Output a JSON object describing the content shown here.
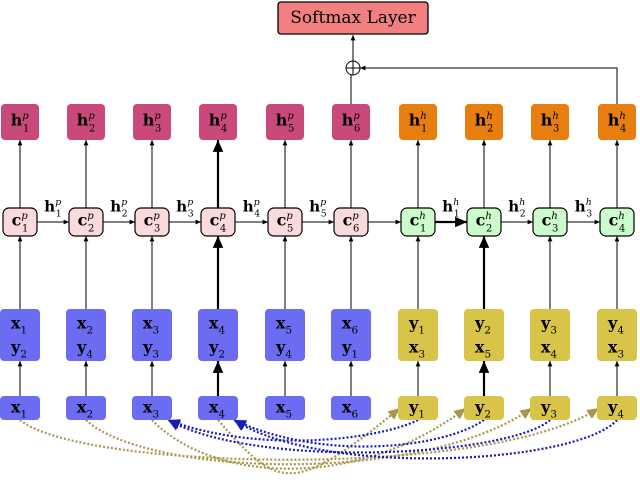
{
  "softmax_label": "Softmax Layer",
  "premise": {
    "outputs": [
      {
        "base": "h",
        "sub": "1",
        "sup": "p"
      },
      {
        "base": "h",
        "sub": "2",
        "sup": "p"
      },
      {
        "base": "h",
        "sub": "3",
        "sup": "p"
      },
      {
        "base": "h",
        "sub": "4",
        "sup": "p"
      },
      {
        "base": "h",
        "sub": "5",
        "sup": "p"
      },
      {
        "base": "h",
        "sub": "6",
        "sup": "p"
      }
    ],
    "cells": [
      {
        "base": "c",
        "sub": "1",
        "sup": "p"
      },
      {
        "base": "c",
        "sub": "2",
        "sup": "p"
      },
      {
        "base": "c",
        "sub": "3",
        "sup": "p"
      },
      {
        "base": "c",
        "sub": "4",
        "sup": "p"
      },
      {
        "base": "c",
        "sub": "5",
        "sup": "p"
      },
      {
        "base": "c",
        "sub": "6",
        "sup": "p"
      }
    ],
    "transitions": [
      {
        "base": "h",
        "sub": "1",
        "sup": "p"
      },
      {
        "base": "h",
        "sub": "2",
        "sup": "p"
      },
      {
        "base": "h",
        "sub": "3",
        "sup": "p"
      },
      {
        "base": "h",
        "sub": "4",
        "sup": "p"
      },
      {
        "base": "h",
        "sub": "5",
        "sup": "p"
      }
    ],
    "inputs": [
      [
        {
          "base": "x",
          "sub": "1"
        },
        {
          "base": "y",
          "sub": "2"
        }
      ],
      [
        {
          "base": "x",
          "sub": "2"
        },
        {
          "base": "y",
          "sub": "4"
        }
      ],
      [
        {
          "base": "x",
          "sub": "3"
        },
        {
          "base": "y",
          "sub": "3"
        }
      ],
      [
        {
          "base": "x",
          "sub": "4"
        },
        {
          "base": "y",
          "sub": "2"
        }
      ],
      [
        {
          "base": "x",
          "sub": "5"
        },
        {
          "base": "y",
          "sub": "4"
        }
      ],
      [
        {
          "base": "x",
          "sub": "6"
        },
        {
          "base": "y",
          "sub": "1"
        }
      ]
    ],
    "tokens": [
      {
        "base": "x",
        "sub": "1"
      },
      {
        "base": "x",
        "sub": "2"
      },
      {
        "base": "x",
        "sub": "3"
      },
      {
        "base": "x",
        "sub": "4"
      },
      {
        "base": "x",
        "sub": "5"
      },
      {
        "base": "x",
        "sub": "6"
      }
    ]
  },
  "hypothesis": {
    "outputs": [
      {
        "base": "h",
        "sub": "1",
        "sup": "h"
      },
      {
        "base": "h",
        "sub": "2",
        "sup": "h"
      },
      {
        "base": "h",
        "sub": "3",
        "sup": "h"
      },
      {
        "base": "h",
        "sub": "4",
        "sup": "h"
      }
    ],
    "cells": [
      {
        "base": "c",
        "sub": "1",
        "sup": "h"
      },
      {
        "base": "c",
        "sub": "2",
        "sup": "h"
      },
      {
        "base": "c",
        "sub": "3",
        "sup": "h"
      },
      {
        "base": "c",
        "sub": "4",
        "sup": "h"
      }
    ],
    "transitions": [
      {
        "base": "h",
        "sub": "1",
        "sup": "h"
      },
      {
        "base": "h",
        "sub": "2",
        "sup": "h"
      },
      {
        "base": "h",
        "sub": "3",
        "sup": "h"
      }
    ],
    "inputs": [
      [
        {
          "base": "y",
          "sub": "1"
        },
        {
          "base": "x",
          "sub": "3"
        }
      ],
      [
        {
          "base": "y",
          "sub": "2"
        },
        {
          "base": "x",
          "sub": "5"
        }
      ],
      [
        {
          "base": "y",
          "sub": "3"
        },
        {
          "base": "x",
          "sub": "4"
        }
      ],
      [
        {
          "base": "y",
          "sub": "4"
        },
        {
          "base": "x",
          "sub": "3"
        }
      ]
    ],
    "tokens": [
      {
        "base": "y",
        "sub": "1"
      },
      {
        "base": "y",
        "sub": "2"
      },
      {
        "base": "y",
        "sub": "3"
      },
      {
        "base": "y",
        "sub": "4"
      }
    ]
  },
  "colors": {
    "softmax_fill": "#f28080",
    "premise_output_fill": "#c94a7a",
    "premise_cell_fill": "#fadadd",
    "hypothesis_output_fill": "#e87d10",
    "hypothesis_cell_fill": "#ccfbcc",
    "x_token_fill": "#6b6cf2",
    "y_token_fill": "#d8c448",
    "attention_x_to_y": "#1a1ab8",
    "attention_y_to_x": "#a8974a",
    "line": "#000000"
  }
}
